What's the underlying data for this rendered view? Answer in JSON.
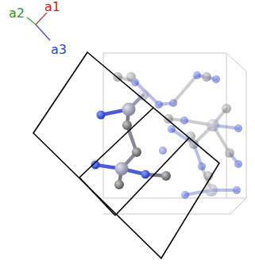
{
  "diagram": {
    "labels": [
      "a1",
      "a2",
      "a3"
    ]
  }
}
